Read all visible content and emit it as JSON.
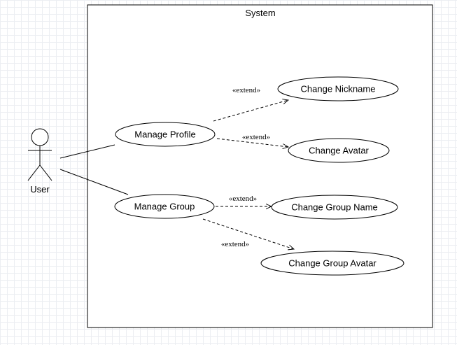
{
  "diagram": {
    "type": "use-case",
    "system": {
      "label": "System"
    },
    "actor": {
      "label": "User"
    },
    "use_cases": {
      "manage_profile": "Manage Profile",
      "manage_group": "Manage Group",
      "change_nickname": "Change Nickname",
      "change_avatar": "Change Avatar",
      "change_group_name": "Change Group Name",
      "change_group_avatar": "Change Group Avatar"
    },
    "relations": [
      {
        "from": "User",
        "to": "Manage Profile",
        "kind": "association"
      },
      {
        "from": "User",
        "to": "Manage Group",
        "kind": "association"
      },
      {
        "from": "Manage Profile",
        "to": "Change Nickname",
        "kind": "extend",
        "label": "«extend»"
      },
      {
        "from": "Manage Profile",
        "to": "Change Avatar",
        "kind": "extend",
        "label": "«extend»"
      },
      {
        "from": "Manage Group",
        "to": "Change Group Name",
        "kind": "extend",
        "label": "«extend»"
      },
      {
        "from": "Manage Group",
        "to": "Change Group Avatar",
        "kind": "extend",
        "label": "«extend»"
      }
    ],
    "colors": {
      "stroke": "#000000",
      "fill": "#ffffff",
      "grid": "#eceef2"
    }
  }
}
